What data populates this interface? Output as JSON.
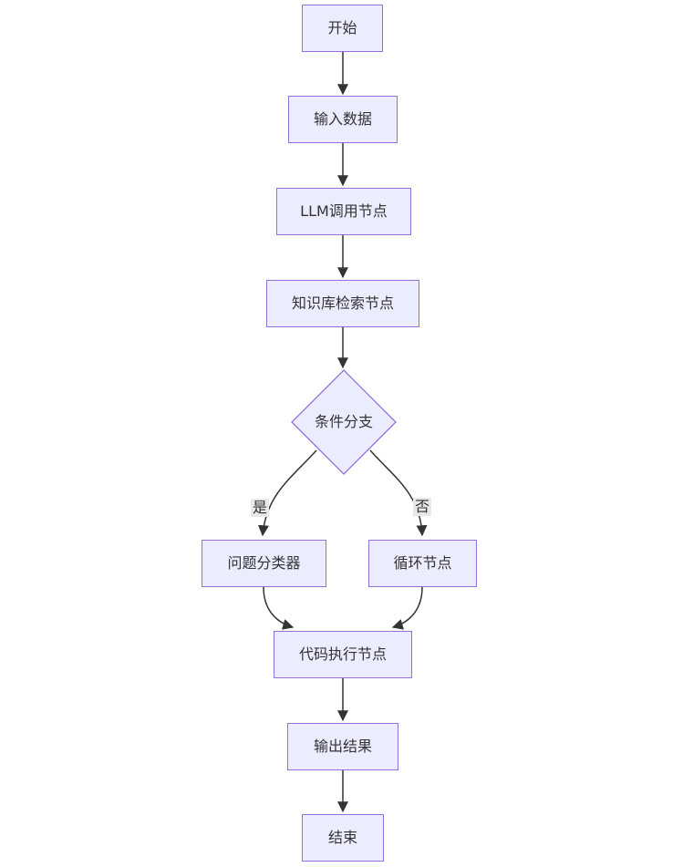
{
  "colors": {
    "background": "#ffffff",
    "node_fill": "#ECECFF",
    "node_border": "#9370DB",
    "node_text": "#333333",
    "edge_line": "#333333",
    "edge_label_bg": "#e8e8e8"
  },
  "nodes": {
    "start": {
      "label": "开始",
      "shape": "rect"
    },
    "input": {
      "label": "输入数据",
      "shape": "rect"
    },
    "llm": {
      "label": "LLM调用节点",
      "shape": "rect"
    },
    "kb": {
      "label": "知识库检索节点",
      "shape": "rect"
    },
    "condition": {
      "label": "条件分支",
      "shape": "diamond"
    },
    "classifier": {
      "label": "问题分类器",
      "shape": "rect"
    },
    "loop": {
      "label": "循环节点",
      "shape": "rect"
    },
    "code": {
      "label": "代码执行节点",
      "shape": "rect"
    },
    "output": {
      "label": "输出结果",
      "shape": "rect"
    },
    "end": {
      "label": "结束",
      "shape": "rect"
    }
  },
  "edge_labels": {
    "yes": "是",
    "no": "否"
  },
  "edges": [
    {
      "from": "start",
      "to": "input",
      "label": ""
    },
    {
      "from": "input",
      "to": "llm",
      "label": ""
    },
    {
      "from": "llm",
      "to": "kb",
      "label": ""
    },
    {
      "from": "kb",
      "to": "condition",
      "label": ""
    },
    {
      "from": "condition",
      "to": "classifier",
      "label": "是"
    },
    {
      "from": "condition",
      "to": "loop",
      "label": "否"
    },
    {
      "from": "classifier",
      "to": "code",
      "label": ""
    },
    {
      "from": "loop",
      "to": "code",
      "label": ""
    },
    {
      "from": "code",
      "to": "output",
      "label": ""
    },
    {
      "from": "output",
      "to": "end",
      "label": ""
    }
  ]
}
